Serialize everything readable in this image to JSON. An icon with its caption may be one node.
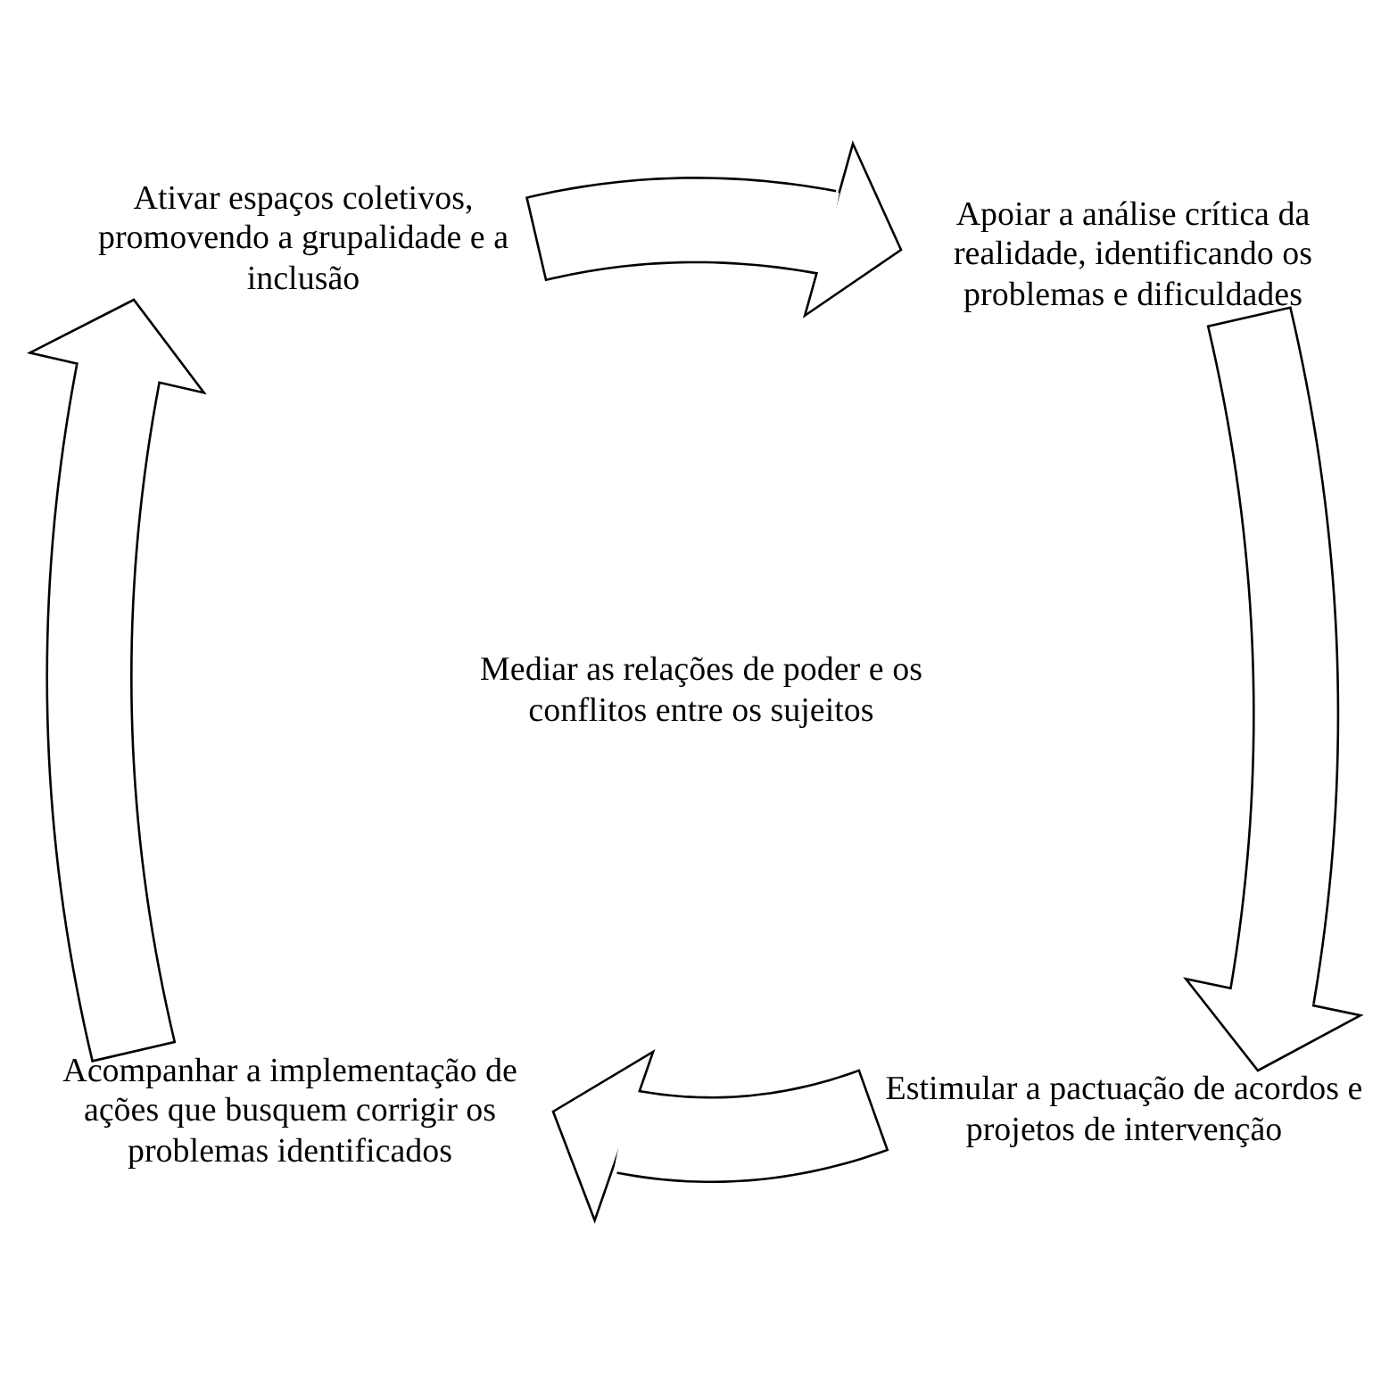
{
  "diagram": {
    "nodes": [
      {
        "text": [
          "Ativar espaços coletivos, promovendo a grupalidade e a inclusão"
        ]
      },
      {
        "text": [
          "Apoiar a análise crítica da realidade, identificando os problemas e dificuldades"
        ]
      },
      {
        "text": [
          "Mediar as relações de poder e os conflitos entre os sujeitos"
        ]
      },
      {
        "text": [
          "Acompanhar a implementação de ações que busquem corrigir os problemas identificados"
        ]
      },
      {
        "text": [
          "Estimular a pactuação de acordos e projetos de intervenção"
        ]
      }
    ],
    "edges": [
      {
        "from": 0,
        "to": 1,
        "arrow": "to"
      },
      {
        "from": 1,
        "to": 4,
        "arrow": "to"
      },
      {
        "from": 4,
        "to": 3,
        "arrow": "to"
      },
      {
        "from": 3,
        "to": 0,
        "arrow": "to"
      }
    ]
  }
}
